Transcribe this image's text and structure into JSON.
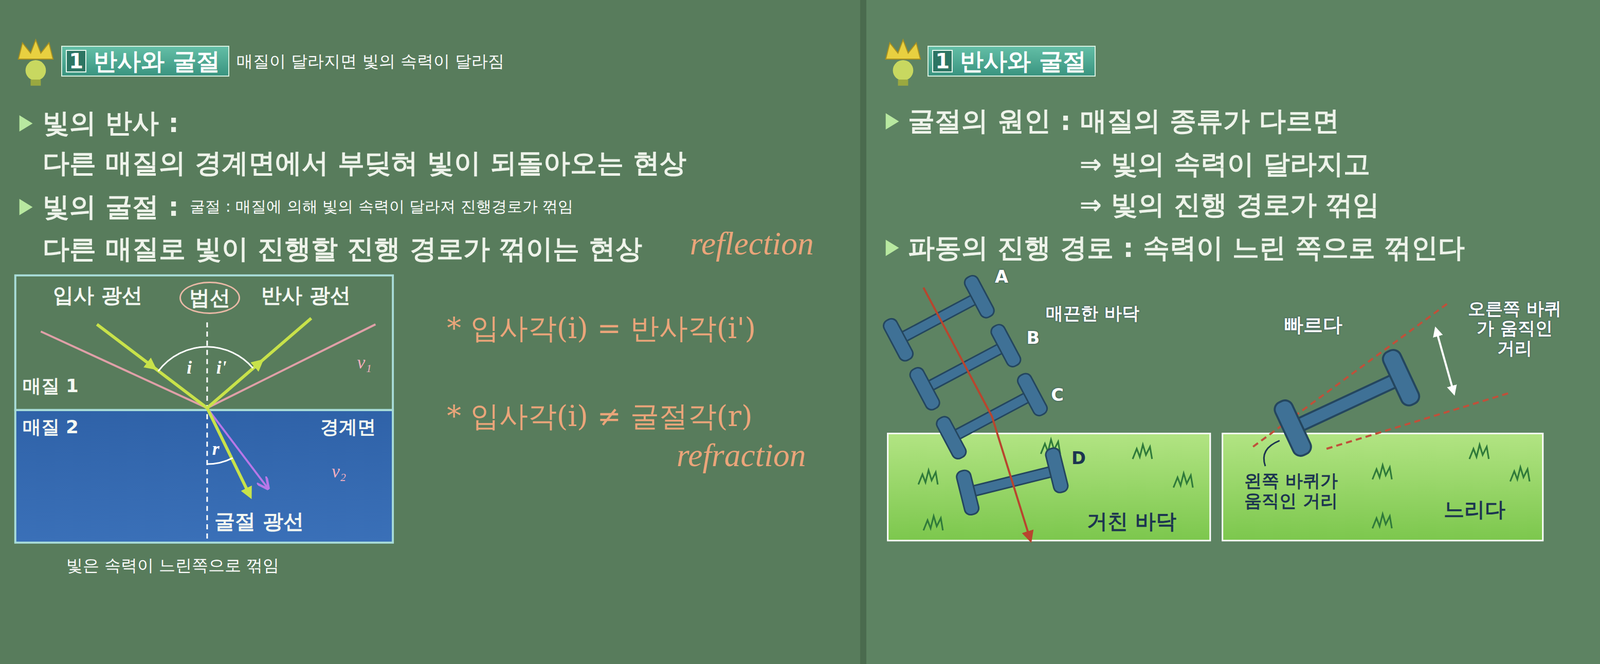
{
  "diagram": {
    "nodes": [
      {
        "text": [
          "1",
          "반사와 굴절"
        ]
      },
      {
        "text": [
          "입사 광선",
          "반사 광선",
          "매질 1"
        ]
      },
      {
        "text": [
          "법선"
        ],
        "in": 1
      },
      {
        "text": [
          "매질 2",
          "경계면",
          "굴절 광선"
        ]
      },
      {
        "text": [
          "1",
          "반사와 굴절"
        ]
      },
      {
        "text": [
          "거친 바닥"
        ]
      },
      {
        "text": [
          "왼쪽 바퀴가 움직인 거리",
          "느리다"
        ]
      }
    ],
    "labels": [
      "매질이 달라지면 빛의 속력이 달라짐",
      "빛의 반사 :",
      "다른 매질의 경계면에서 부딪혀 빛이 되돌아오는 현상",
      "빛의 굴절 :",
      "굴절 : 매질에 의해 빛의 속력이 달라져 진행경로가 꺾임",
      "다른 매질로 빛이 진행할 진행 경로가 꺾이는 현상",
      "reflection",
      "* 입사각(i) = 반사각(i')",
      "* 입사각(i) ≠ 굴절각(r)",
      "refraction",
      "i",
      "i'",
      "r",
      "v₁",
      "v₂",
      "빛은 속력이 느린쪽으로 꺾임",
      "굴절의 원인 : 매질의 종류가 다르면",
      "⇒ 빛의 속력이 달라지고",
      "⇒ 빛의 진행 경로가 꺾임",
      "파동의 진행 경로 : 속력이 느린 쪽으로 꺾인다",
      "A",
      "매끈한 바닥",
      "B",
      "C",
      "D",
      "빠르다",
      "오른쪽 바퀴가 움직인 거리"
    ]
  }
}
